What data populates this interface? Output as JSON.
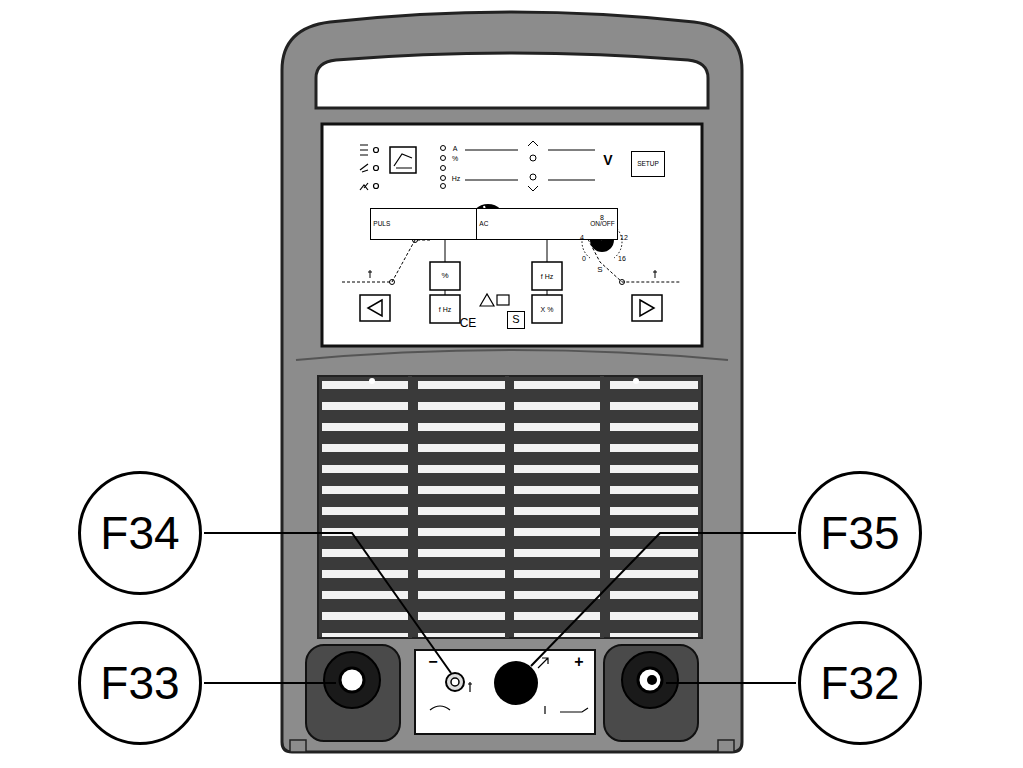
{
  "diagram": {
    "nodes": [
      {
        "text": [
          "SETUP"
        ]
      },
      {
        "text": [
          "PULS ON/OFF"
        ]
      },
      {
        "text": [
          "AC ON/OFF"
        ]
      },
      {
        "text": [
          "S"
        ]
      },
      {
        "text": [
          "F34"
        ]
      },
      {
        "text": [
          "F35"
        ]
      },
      {
        "text": [
          "F33"
        ]
      },
      {
        "text": [
          "F32"
        ]
      }
    ],
    "labels": [
      "A",
      "%",
      "Hz",
      "V",
      "%",
      "f Hz",
      "f Hz",
      "X %",
      "CE",
      "0",
      "4",
      "8",
      "12",
      "16",
      "S",
      "−",
      "+"
    ]
  }
}
